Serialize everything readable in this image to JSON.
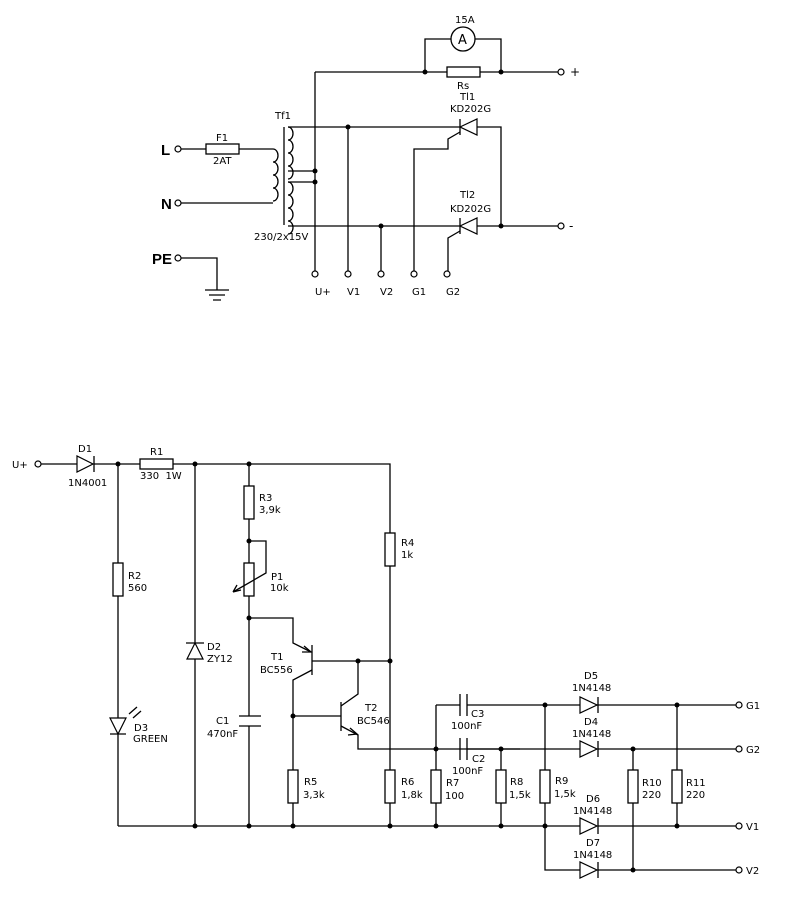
{
  "top": {
    "terminals": {
      "L": "L",
      "N": "N",
      "PE": "PE",
      "plus": "+",
      "minus": "-"
    },
    "fuse": {
      "name": "F1",
      "value": "2AT"
    },
    "transformer": {
      "name": "Tf1",
      "rating": "230/2x15V"
    },
    "ammeter": {
      "symbol": "A",
      "range": "15A"
    },
    "shunt": {
      "name": "Rs"
    },
    "thyristor1": {
      "name": "Tl1",
      "type": "KD202G"
    },
    "thyristor2": {
      "name": "Tl2",
      "type": "KD202G"
    },
    "outputs": [
      "U+",
      "V1",
      "V2",
      "G1",
      "G2"
    ]
  },
  "bottom": {
    "input": "U+",
    "outputs": [
      "G1",
      "G2",
      "V1",
      "V2"
    ],
    "components": {
      "D1": {
        "name": "D1",
        "value": "1N4001"
      },
      "R1": {
        "name": "R1",
        "value": "330  1W"
      },
      "R2": {
        "name": "R2",
        "value": "560"
      },
      "D2": {
        "name": "D2",
        "value": "ZY12"
      },
      "D3": {
        "name": "D3",
        "value": "GREEN"
      },
      "R3": {
        "name": "R3",
        "value": "3,9k"
      },
      "P1": {
        "name": "P1",
        "value": "10k"
      },
      "C1": {
        "name": "C1",
        "value": "470nF"
      },
      "T1": {
        "name": "T1",
        "value": "BC556"
      },
      "T2": {
        "name": "T2",
        "value": "BC546"
      },
      "R4": {
        "name": "R4",
        "value": "1k"
      },
      "R5": {
        "name": "R5",
        "value": "3,3k"
      },
      "R6": {
        "name": "R6",
        "value": "1,8k"
      },
      "R7": {
        "name": "R7",
        "value": "100"
      },
      "C2": {
        "name": "C2",
        "value": "100nF"
      },
      "C3": {
        "name": "C3",
        "value": "100nF"
      },
      "R8": {
        "name": "R8",
        "value": "1,5k"
      },
      "R9": {
        "name": "R9",
        "value": "1,5k"
      },
      "R10": {
        "name": "R10",
        "value": "220"
      },
      "R11": {
        "name": "R11",
        "value": "220"
      },
      "D4": {
        "name": "D4",
        "value": "1N4148"
      },
      "D5": {
        "name": "D5",
        "value": "1N4148"
      },
      "D6": {
        "name": "D6",
        "value": "1N4148"
      },
      "D7": {
        "name": "D7",
        "value": "1N4148"
      }
    }
  }
}
